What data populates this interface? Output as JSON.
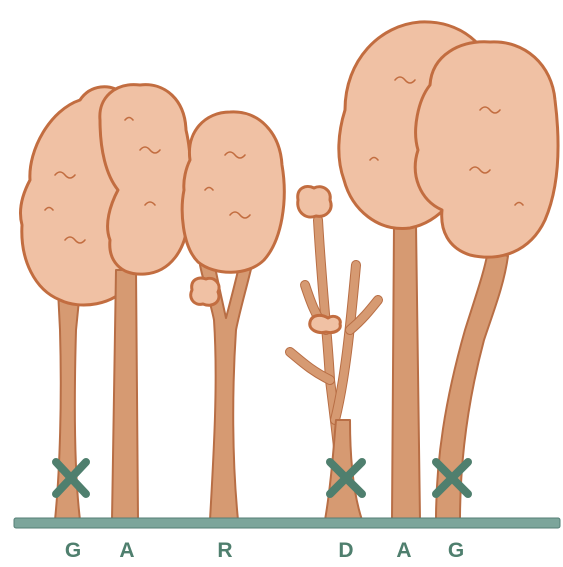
{
  "labels": {
    "t1": "G",
    "t2": "A",
    "t3": "R",
    "t4": "D",
    "t5": "A",
    "t6": "G"
  },
  "colors": {
    "label_text": "#4f7f6e",
    "crown_fill": "#f0c1a4",
    "crown_outline": "#c26d40",
    "trunk_fill": "#d69a72",
    "ground": "#7ca59b",
    "x_mark": "#4f7f6e"
  },
  "marked_trees": [
    "t1",
    "t4",
    "t6"
  ]
}
